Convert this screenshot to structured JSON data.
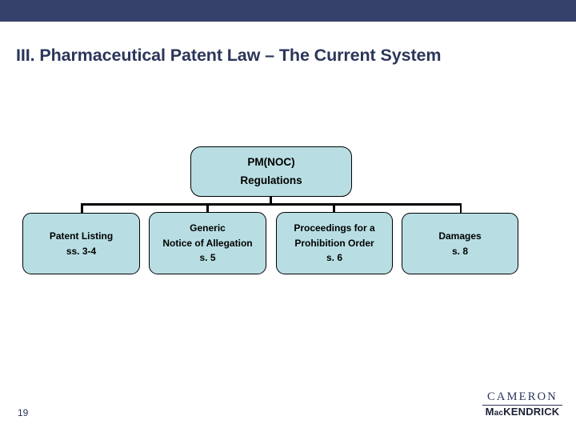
{
  "slide": {
    "title": "III. Pharmaceutical Patent Law – The Current System",
    "page_number": "19",
    "banner_color": "#35406b",
    "title_color": "#2b3659",
    "node_fill_color": "#b8dee3",
    "node_border_color": "#000000"
  },
  "diagram": {
    "type": "hierarchy",
    "root": {
      "line1": "PM(NOC)",
      "line2": "Regulations"
    },
    "children": [
      {
        "line1": "Patent Listing",
        "line2": "ss. 3-4",
        "line3": ""
      },
      {
        "line1": "Generic",
        "line2": "Notice of Allegation",
        "line3": "s. 5"
      },
      {
        "line1": "Proceedings for a",
        "line2": "Prohibition Order",
        "line3": "s. 6"
      },
      {
        "line1": "Damages",
        "line2": "s. 8",
        "line3": ""
      }
    ]
  },
  "footer": {
    "logo_top": "CAMERON",
    "logo_bottom_prefix": "M",
    "logo_bottom_small": "ac",
    "logo_bottom_suffix": "KENDRICK"
  }
}
